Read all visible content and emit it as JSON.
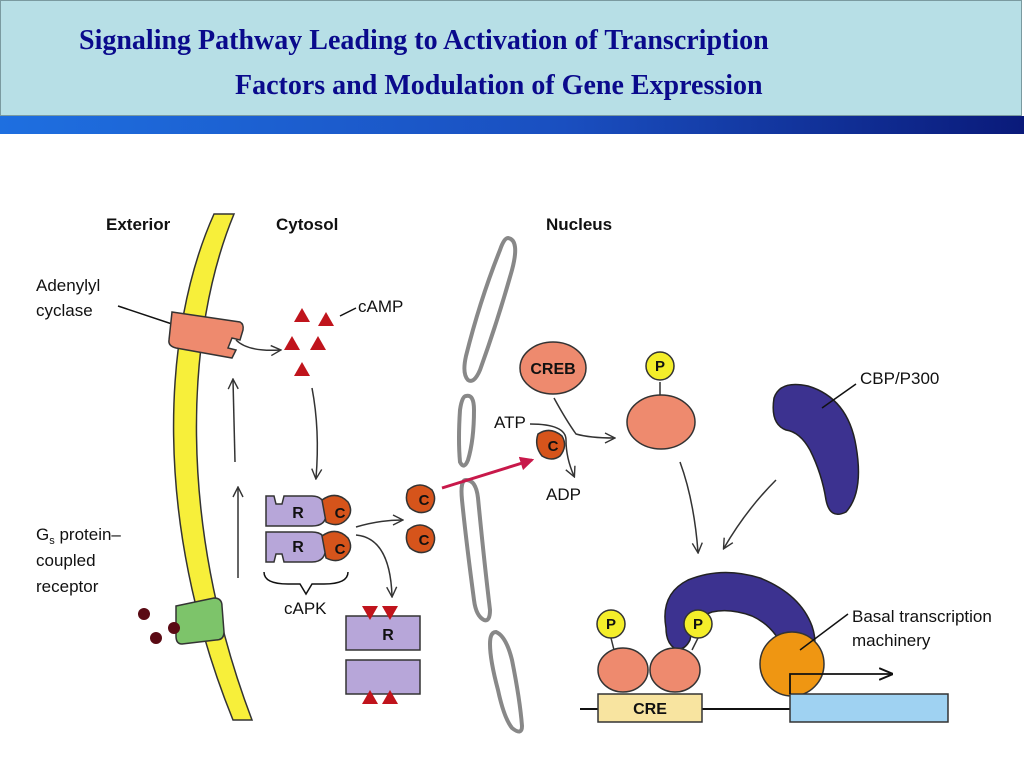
{
  "title": {
    "line1": "Signaling Pathway Leading to Activation of Transcription",
    "line2": "Factors and Modulation of Gene Expression"
  },
  "diagram": {
    "headers": {
      "exterior": "Exterior",
      "cytosol": "Cytosol",
      "nucleus": "Nucleus"
    },
    "labels": {
      "adenylyl_line1": "Adenylyl",
      "adenylyl_line2": "cyclase",
      "camp": "cAMP",
      "creb": "CREB",
      "atp": "ATP",
      "adp": "ADP",
      "cbp": "CBP/P300",
      "gs_main": "G",
      "gs_sub": "s",
      "gs_rest": " protein–",
      "gs_line2": "coupled",
      "gs_line3": "receptor",
      "capk": "cAPK",
      "basal_line1": "Basal transcription",
      "basal_line2": "machinery",
      "cre": "CRE",
      "r": "R",
      "c": "C",
      "p": "P"
    },
    "colors": {
      "membrane": "#f7ef3a",
      "enzyme": "#ee8a6e",
      "receptor": "#7dc46a",
      "regulatory": "#b7a6d9",
      "catalytic": "#d6541b",
      "camp": "#c0141c",
      "cbp": "#3c3290",
      "phospho": "#f4ee2a",
      "basal": "#ef9612",
      "cre": "#f8e4a0",
      "gene": "#9fd2f2",
      "arrow": "#c8184a"
    }
  }
}
